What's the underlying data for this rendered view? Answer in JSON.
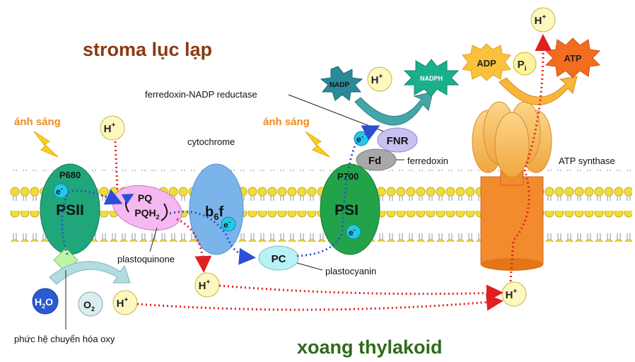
{
  "regions": {
    "stroma": "stroma lục lạp",
    "lumen": "xoang thylakoid"
  },
  "light": {
    "left": "ánh sáng",
    "right": "ánh sáng"
  },
  "complexes": {
    "psii": "PSII",
    "p680": "P680",
    "psi": "PSI",
    "p700": "P700",
    "b6f_main": "b",
    "b6f_sub": "6",
    "b6f_tail": "f",
    "pq": "PQ",
    "pqh2": "PQH",
    "pqh2_sub": "2",
    "pc": "PC",
    "fnr": "FNR",
    "fd": "Fd"
  },
  "labels": {
    "cytochrome": "cytochrome",
    "plastoquinone": "plastoquinone",
    "plastocyanin": "plastocyanin",
    "ferredoxin": "ferredoxin",
    "fnr_full": "ferredoxin-NADP reductase",
    "atp_synthase": "ATP synthase",
    "oec": "phức hệ chuyển hóa oxy"
  },
  "molecules": {
    "electron": "e",
    "electron_sup": "-",
    "proton": "H",
    "proton_sup": "+",
    "water": "H",
    "water_sub": "2",
    "water_tail": "O",
    "oxygen": "O",
    "oxygen_sub": "2",
    "nadp": "NADP",
    "nadph": "NADPH",
    "adp": "ADP",
    "pi": "P",
    "pi_sub": "i",
    "atp": "ATP"
  },
  "colors": {
    "stroma_text": "#8b3a0f",
    "lumen_text": "#2e6b1a",
    "light_text": "#f08c1e",
    "lipid_head": "#f2dc3a",
    "psii": "#1fa67a",
    "psi": "#22a34a",
    "b6f": "#7ab4ea",
    "pq": "#f5b8f0",
    "pc": "#b9f2f5",
    "fnr": "#c7c2ef",
    "fd": "#a8a8a8",
    "atp_stalk": "#f28a2e",
    "atp_head": "#fbc46a",
    "electron": "#22c9e8",
    "proton": "#fdf8c0",
    "water": "#2b5bd1",
    "nadp": "#2a8a9a",
    "nadph": "#1bb08c",
    "adp": "#f9c23c",
    "atp": "#f26d1e",
    "electron_path": "#2a4fd6",
    "proton_path": "#e02020"
  }
}
